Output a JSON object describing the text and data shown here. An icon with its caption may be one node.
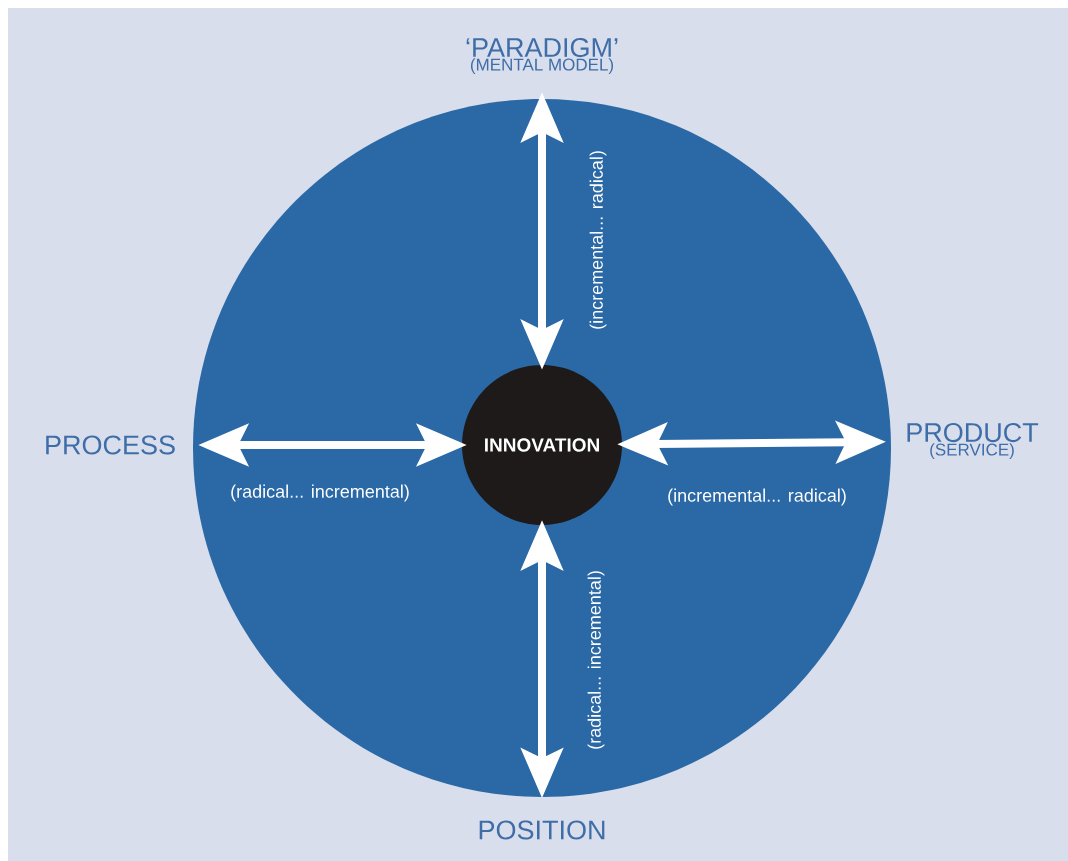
{
  "diagram": {
    "nodes": [
      {
        "text": [
          "‘PARADIGM’",
          "(MENTAL MODEL)"
        ]
      },
      {
        "text": [
          "PROCESS"
        ]
      },
      {
        "text": [
          "INNOVATION"
        ]
      },
      {
        "text": [
          "PRODUCT",
          "(SERVICE)"
        ]
      },
      {
        "text": [
          "POSITION"
        ]
      }
    ],
    "edges": [
      {
        "from": 2,
        "to": 0,
        "arrow": "both",
        "label": "(incremental... radical)"
      },
      {
        "from": 2,
        "to": 1,
        "arrow": "both",
        "label": "(radical... incremental)"
      },
      {
        "from": 2,
        "to": 3,
        "arrow": "both",
        "label": "(incremental... radical)"
      },
      {
        "from": 2,
        "to": 4,
        "arrow": "both",
        "label": "(radical... incremental)"
      }
    ]
  }
}
